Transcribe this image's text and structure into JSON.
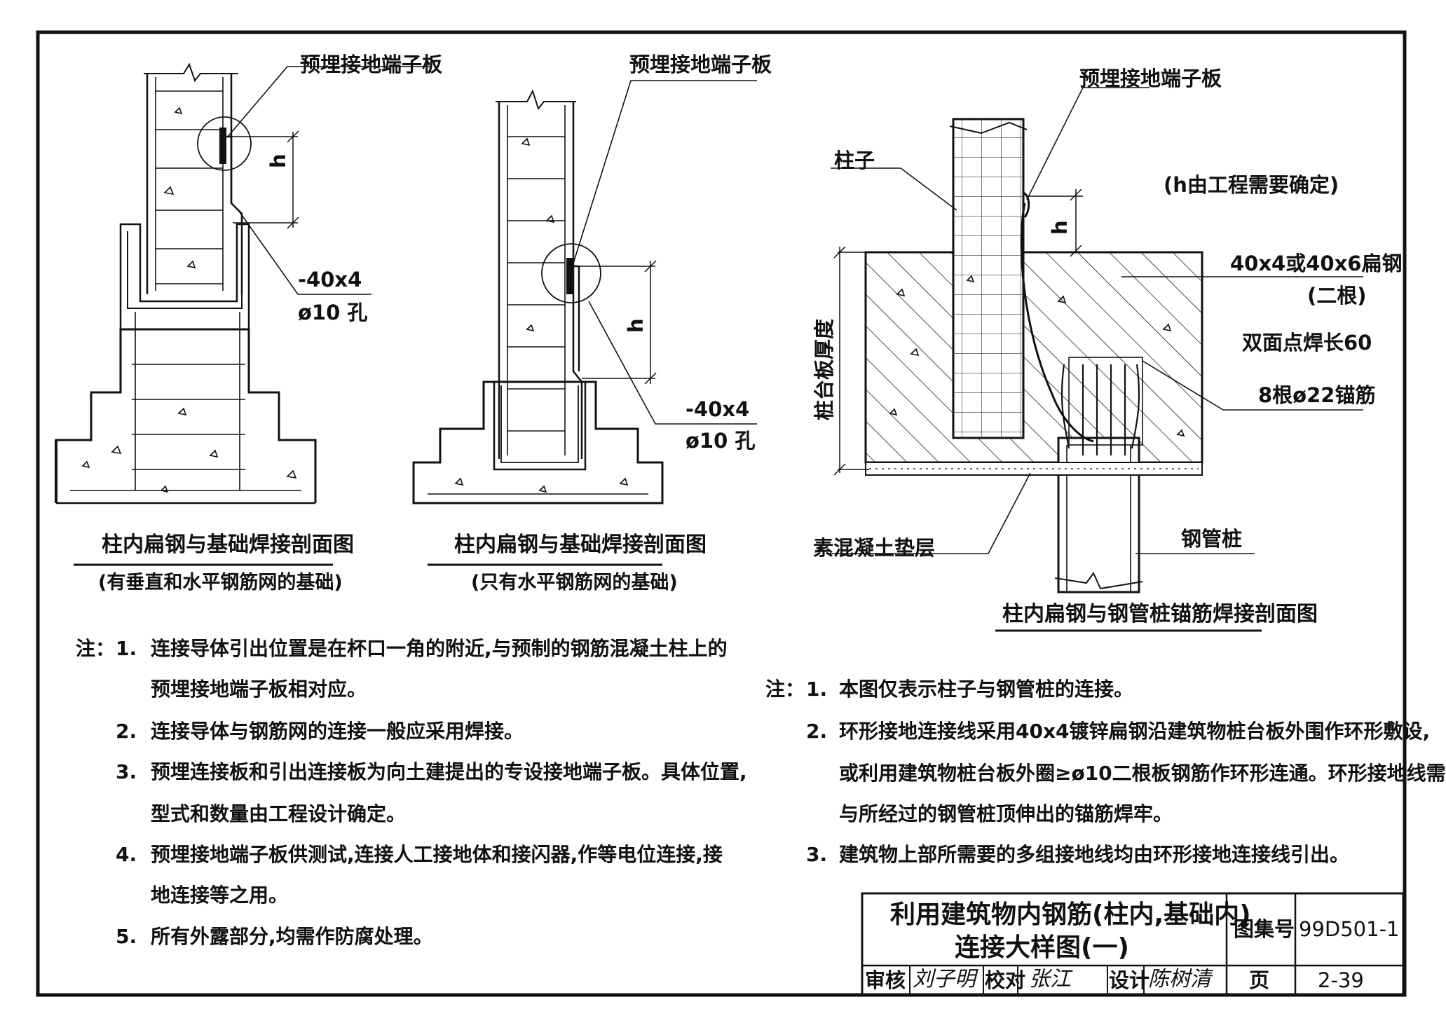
{
  "fig1": {
    "callout": "预埋接地端子板",
    "h": "h",
    "bar": "-40x4",
    "hole": "ø10 孔",
    "caption": "柱内扁钢与基础焊接剖面图",
    "subcaption": "(有垂直和水平钢筋网的基础)"
  },
  "fig2": {
    "callout": "预埋接地端子板",
    "h": "h",
    "bar": "-40x4",
    "hole": "ø10 孔",
    "caption": "柱内扁钢与基础焊接剖面图",
    "subcaption": "(只有水平钢筋网的基础)"
  },
  "fig3": {
    "callout": "预埋接地端子板",
    "column": "柱子",
    "h_note": "(h由工程需要确定)",
    "h": "h",
    "flat_steel": "40x4或40x6扁钢",
    "flat_steel_qty": "(二根)",
    "weld": "双面点焊长60",
    "anchor": "8根ø22锚筋",
    "cap_thickness": "桩台板厚度",
    "cushion": "素混凝土垫层",
    "pile": "钢管桩",
    "caption": "柱内扁钢与钢管桩锚筋焊接剖面图"
  },
  "notes_left": {
    "prefix": "注：",
    "items": [
      {
        "num": "1.",
        "lines": [
          "连接导体引出位置是在杯口一角的附近,与预制的钢筋混凝土柱上的",
          "预埋接地端子板相对应。"
        ]
      },
      {
        "num": "2.",
        "lines": [
          "连接导体与钢筋网的连接一般应采用焊接。"
        ]
      },
      {
        "num": "3.",
        "lines": [
          "预埋连接板和引出连接板为向土建提出的专设接地端子板。具体位置,",
          "型式和数量由工程设计确定。"
        ]
      },
      {
        "num": "4.",
        "lines": [
          "预埋接地端子板供测试,连接人工接地体和接闪器,作等电位连接,接",
          "地连接等之用。"
        ]
      },
      {
        "num": "5.",
        "lines": [
          "所有外露部分,均需作防腐处理。"
        ]
      }
    ]
  },
  "notes_right": {
    "prefix": "注：",
    "items": [
      {
        "num": "1.",
        "lines": [
          "本图仅表示柱子与钢管桩的连接。"
        ]
      },
      {
        "num": "2.",
        "lines": [
          "环形接地连接线采用40x4镀锌扁钢沿建筑物桩台板外围作环形敷设,",
          "或利用建筑物桩台板外圈≥ø10二根板钢筋作环形连通。环形接地线需",
          "与所经过的钢管桩顶伸出的锚筋焊牢。"
        ]
      },
      {
        "num": "3.",
        "lines": [
          "建筑物上部所需要的多组接地线均由环形接地连接线引出。"
        ]
      }
    ]
  },
  "title_block": {
    "title_line1": "利用建筑物内钢筋(柱内,基础内)",
    "title_line2": "连接大样图(一)",
    "atlas_label": "图集号",
    "atlas_no": "99D501-1",
    "review_label": "审核",
    "review_sig": "刘子明",
    "check_label": "校对",
    "check_sig": "张江",
    "design_label": "设计",
    "design_sig": "陈树清",
    "page_label": "页",
    "page_no": "2-39"
  }
}
